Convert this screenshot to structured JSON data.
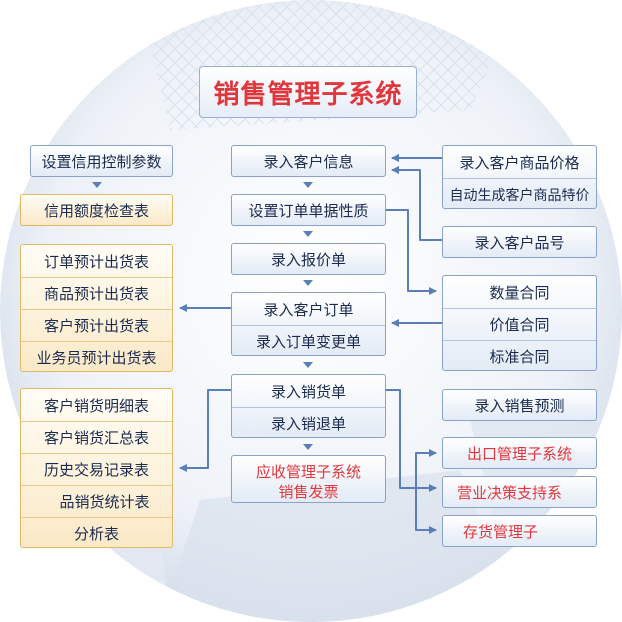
{
  "title": "销售管理子系统",
  "left_nodes": {
    "credit_params": "设置信用控制参数",
    "credit_check": "信用额度检查表",
    "forecast_reports": [
      "订单预计出货表",
      "商品预计出货表",
      "客户预计出货表",
      "业务员预计出货表"
    ],
    "sales_reports": [
      "客户销货明细表",
      "客户销货汇总表",
      "历史交易记录表",
      "品销货统计表",
      "分析表"
    ]
  },
  "center_nodes": {
    "customer_info": "录入客户信息",
    "order_property": "设置订单单据性质",
    "quote": "录入报价单",
    "order_group": [
      "录入客户订单",
      "录入订单变更单"
    ],
    "sales_group": [
      "录入销货单",
      "录入销退单"
    ],
    "receivable": [
      "应收管理子系统",
      "销售发票"
    ]
  },
  "right_nodes": {
    "price_group": [
      "录入客户商品价格",
      "自动生成客户商品特价"
    ],
    "customer_product_no": "录入客户品号",
    "contract_group": [
      "数量合同",
      "价值合同",
      "标准合同"
    ],
    "sales_forecast": "录入销售预测",
    "outputs": [
      "出口管理子系统",
      "营业决策支持系",
      "存货管理子"
    ]
  },
  "colors": {
    "accent_red": "#e0373c",
    "node_border_blue": "#8aa2c8",
    "node_border_orange": "#e3b865",
    "connector": "#5a7fb8",
    "text": "#1b2b4f"
  }
}
